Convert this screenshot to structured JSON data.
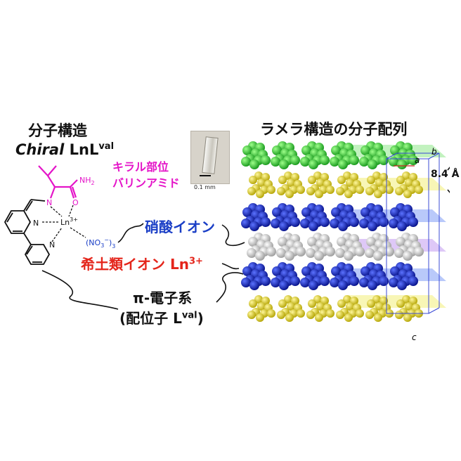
{
  "left_panel": {
    "title": "分子構造",
    "subtitle_italic": "Chiral",
    "subtitle_main": " LnL",
    "subtitle_sup": "val",
    "chiral_line1": "キラル部位",
    "chiral_line2": "バリンアミド",
    "structure_labels": {
      "nh2": "NH",
      "nh2_sub": "2",
      "carbonyl_o": "O",
      "n_imine": "N",
      "n_py1": "N",
      "n_py2": "N",
      "ln": "Ln",
      "ln_sup": "3+",
      "nitrate": "(NO",
      "nitrate_sub": "3",
      "nitrate_sup": "−",
      "nitrate_end": ")",
      "nitrate_count": "3"
    }
  },
  "crystal_photo": {
    "scale_text": "0.1 mm"
  },
  "right_panel": {
    "title": "ラメラ構造の分子配列",
    "distance": "8.4 Å",
    "axis_b": "b",
    "axis_c": "c",
    "axis_a": "a"
  },
  "labels": {
    "nitrate_ion": "硝酸イオン",
    "rare_earth": "希土類イオン Ln",
    "rare_earth_sup": "3+",
    "pi_system": "π-電子系",
    "ligand_prefix": "(配位子 L",
    "ligand_sup": "val",
    "ligand_suffix": ")"
  },
  "colors": {
    "magenta": "#e414c8",
    "blue_label": "#1a3ec6",
    "red_label": "#e4251b",
    "green_layer": "#22c31f",
    "yellow_layer": "#e2d60e",
    "blue_layer": "#0c1fb3",
    "gray_layer": "#cfcfcf"
  }
}
